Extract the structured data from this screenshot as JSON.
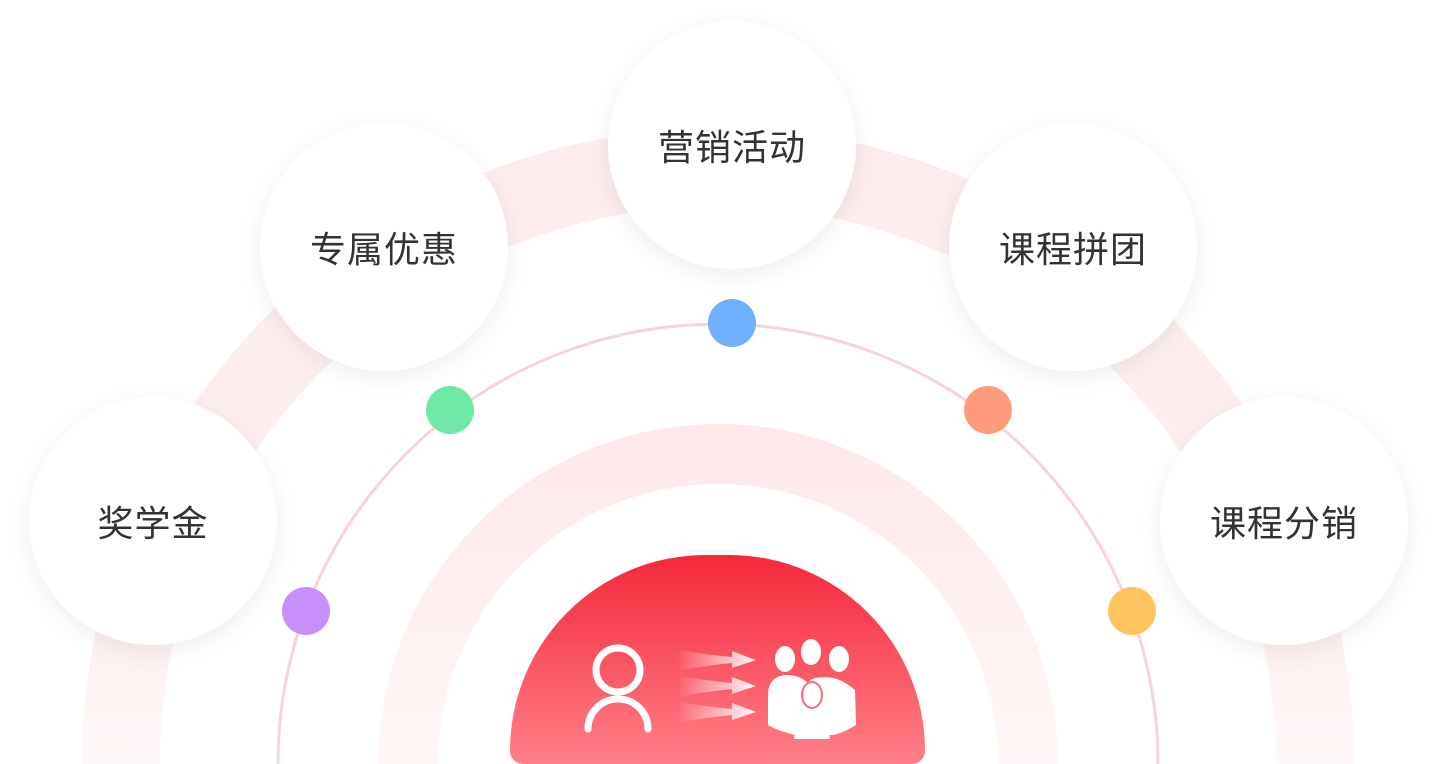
{
  "features": [
    {
      "label": "奖学金",
      "dot_color": "#c78ff9"
    },
    {
      "label": "专属优惠",
      "dot_color": "#6ee9a6"
    },
    {
      "label": "营销活动",
      "dot_color": "#6eb0fd"
    },
    {
      "label": "课程拼团",
      "dot_color": "#ff9a7a"
    },
    {
      "label": "课程分销",
      "dot_color": "#ffc35f"
    }
  ],
  "hub": {
    "icons": [
      "user-icon",
      "arrows-icon",
      "group-icon"
    ],
    "color_top": "#f5283a",
    "color_bottom": "#ff8088"
  }
}
